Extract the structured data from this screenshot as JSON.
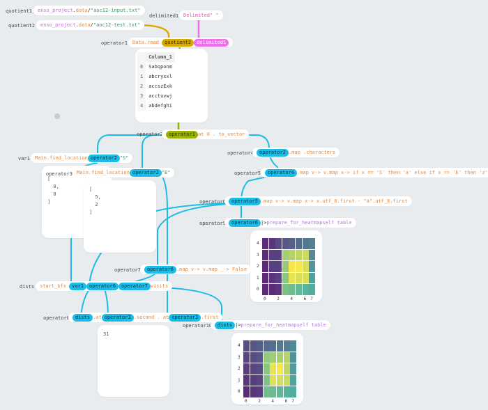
{
  "labels": {
    "quotient1": "quotient1",
    "quotient2": "quotient2",
    "delimited1": "delimited1",
    "operator1": "operator1",
    "operator2": "operator2",
    "operator3": "operator3",
    "operator4": "operator4",
    "operator5": "operator5",
    "operator6": "operator6",
    "operator7": "operator7",
    "operator8": "operator8",
    "operator9": "operator9",
    "operator10": "operator10",
    "var1": "var1",
    "dists": "dists"
  },
  "nodes": {
    "quotient1": {
      "proj": "enso_project",
      "dot": ".",
      "fn": "data",
      "op": " / ",
      "str": "\"aoc12-input.txt\""
    },
    "quotient2": {
      "proj": "enso_project",
      "dot": ".",
      "fn": "data",
      "op": " / ",
      "str": "\"aoc12-test.txt\""
    },
    "delimited1": {
      "fn": "Delimited",
      "str": " \" \""
    },
    "operator1": {
      "fn": "Data.read",
      "arg1": "quotient2",
      "arg2": "delimited1"
    },
    "operator2": {
      "arg": "operator1",
      "rest": " at 0 . to_vector"
    },
    "operator4": {
      "arg": "operator2",
      "rest": " .map .characters"
    },
    "operator5": {
      "arg": "operator4",
      "rest": " .map v-> v.map x-> if x == 'S' then 'a' else if x == 'E' then 'z' else x"
    },
    "operator6": {
      "arg": "operator5",
      "rest": " .map v-> v.map x-> x.utf_8.first - \"a\".utf_8.first"
    },
    "operator9": {
      "arg": "operator6",
      "pipe": " |> ",
      "fn": "prepare_for_heatmap",
      "rest": " self table"
    },
    "var1": {
      "fn": "Main.find_location",
      "arg": "operator2",
      "str": " \"S\""
    },
    "operator3": {
      "fn": "Main.find_location",
      "arg": "operator2",
      "str": " \"E\""
    },
    "operator7": {
      "arg": "operator6",
      "rest": " .map v-> v.map _-> False"
    },
    "dists": {
      "fn": "start_bfs",
      "arg1": "var1",
      "arg2": "operator6",
      "arg3": "operator7",
      "rest": " visits"
    },
    "operator8": {
      "arg1": "dists",
      "mid": " .at ",
      "arg2": "operator3",
      "mid2": " .second . at ",
      "arg3": "operator3",
      "rest": " .first"
    },
    "operator10": {
      "arg": "dists",
      "pipe": " |> ",
      "fn": "prepare_for_heatmap",
      "rest": " self table"
    }
  },
  "table": {
    "header": "Column_1",
    "rows": [
      {
        "i": "0",
        "v": "Sabqponm"
      },
      {
        "i": "1",
        "v": "abcryxxl"
      },
      {
        "i": "2",
        "v": "accszExk"
      },
      {
        "i": "3",
        "v": "acctuvwj"
      },
      {
        "i": "4",
        "v": "abdefghi"
      }
    ]
  },
  "var1_value": "[\n  0,\n  0\n]",
  "operator3_value": "[\n  5,\n  2\n]",
  "operator8_value": "31",
  "heatmap_ticks": {
    "y": [
      "4",
      "3",
      "2",
      "1",
      "0"
    ],
    "x": [
      "0",
      "2",
      "4",
      "6",
      "7"
    ]
  },
  "chart_data": [
    {
      "type": "heatmap",
      "name": "operator9",
      "x": [
        0,
        1,
        2,
        3,
        4,
        5,
        6,
        7
      ],
      "y": [
        0,
        1,
        2,
        3,
        4
      ],
      "values": [
        [
          0,
          0,
          1,
          16,
          15,
          14,
          13,
          12
        ],
        [
          0,
          1,
          2,
          17,
          24,
          23,
          23,
          11
        ],
        [
          0,
          2,
          2,
          18,
          25,
          25,
          23,
          10
        ],
        [
          0,
          2,
          2,
          19,
          20,
          21,
          22,
          9
        ],
        [
          0,
          1,
          3,
          4,
          5,
          6,
          7,
          8
        ]
      ]
    },
    {
      "type": "heatmap",
      "name": "operator10",
      "x": [
        0,
        1,
        2,
        3,
        4,
        5,
        6,
        7
      ],
      "y": [
        0,
        1,
        2,
        3,
        4
      ],
      "values": [
        [
          0,
          1,
          2,
          19,
          18,
          17,
          16,
          15
        ],
        [
          1,
          2,
          3,
          20,
          29,
          28,
          27,
          14
        ],
        [
          2,
          3,
          4,
          21,
          30,
          31,
          26,
          13
        ],
        [
          3,
          4,
          5,
          22,
          23,
          24,
          25,
          12
        ],
        [
          4,
          5,
          6,
          7,
          8,
          9,
          10,
          11
        ]
      ]
    }
  ],
  "colors": {
    "cyan": "#1bbde6",
    "olive": "#99b300",
    "gold": "#d8ab00",
    "pink": "#f26cf0",
    "heat_low": "#5b2b7a",
    "heat_mid": "#4fb1a0",
    "heat_high": "#f4e84c"
  }
}
